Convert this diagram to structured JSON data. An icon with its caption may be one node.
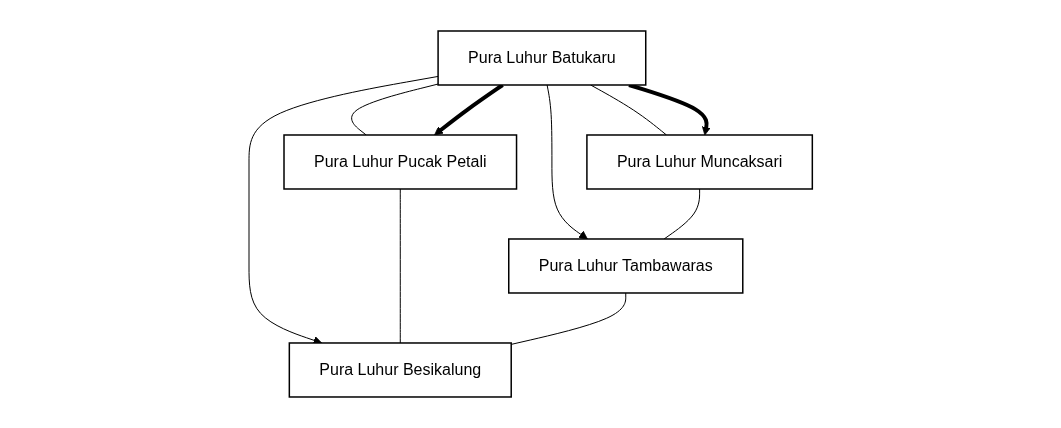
{
  "diagram": {
    "nodes": [
      {
        "text": [
          "Pura Luhur Muncaksari"
        ]
      },
      {
        "text": [
          "Pura Luhur Batukaru"
        ]
      },
      {
        "text": [
          "Pura Luhur Pucak Petali"
        ]
      },
      {
        "text": [
          "Pura Luhur Tambawaras"
        ]
      },
      {
        "text": [
          "Pura Luhur Besikalung"
        ]
      }
    ],
    "edges": [
      {
        "from": 1,
        "to": 0,
        "arrow": "none"
      },
      {
        "from": 1,
        "to": 0,
        "arrow": "to",
        "style": "thick"
      },
      {
        "from": 1,
        "to": 2,
        "arrow": "none"
      },
      {
        "from": 1,
        "to": 2,
        "arrow": "to",
        "style": "thick"
      },
      {
        "from": 1,
        "to": 3,
        "arrow": "to"
      },
      {
        "from": 1,
        "to": 4,
        "arrow": "to"
      },
      {
        "from": 0,
        "to": 3,
        "arrow": "none"
      },
      {
        "from": 2,
        "to": 4,
        "arrow": "none"
      },
      {
        "from": 3,
        "to": 4,
        "arrow": "none"
      }
    ]
  }
}
